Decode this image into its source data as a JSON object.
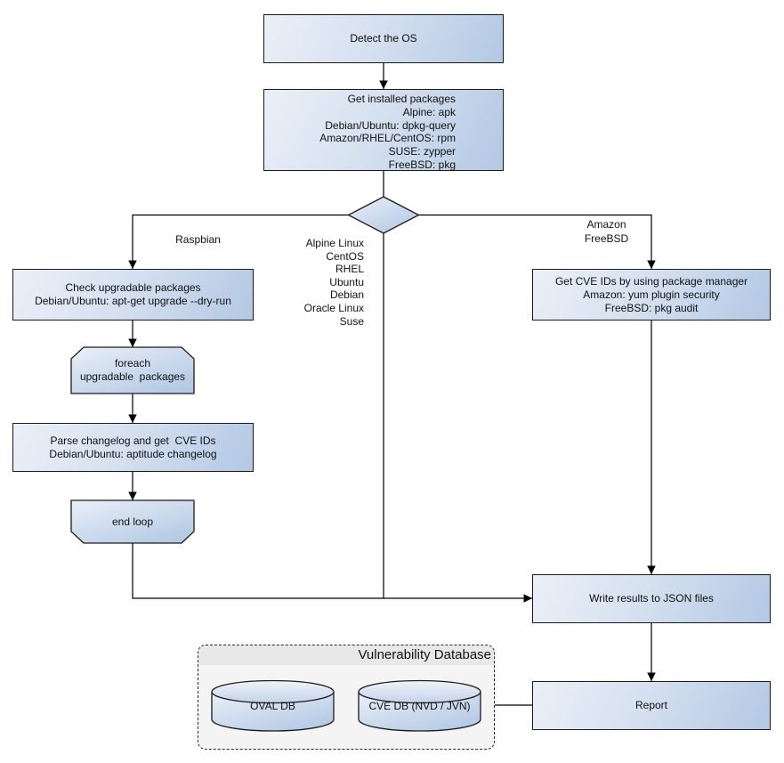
{
  "colors": {
    "node_fill_light": "#eaf0f8",
    "node_fill_dark": "#b3c8e4",
    "node_border": "#1b1b1b",
    "connector": "#000000",
    "container_fill": "#f4f4f4",
    "container_header_fill": "#e8e8e8",
    "text": "#111111",
    "background": "#ffffff"
  },
  "nodes": {
    "detect_os": {
      "label": "Detect the OS"
    },
    "get_installed_packages": {
      "label": "Get installed packages\nAlpine: apk\nDebian/Ubuntu: dpkg-query\nAmazon/RHEL/CentOS: rpm\nSUSE: zypper\nFreeBSD: pkg"
    },
    "check_upgradable": {
      "label": "Check upgradable packages\nDebian/Ubuntu: apt-get upgrade --dry-run"
    },
    "foreach_loop": {
      "label": "foreach\nupgradable  packages"
    },
    "parse_changelog": {
      "label": "Parse changelog and get  CVE IDs\nDebian/Ubuntu: aptitude changelog"
    },
    "end_loop": {
      "label": "end loop"
    },
    "get_cve_ids": {
      "label": "Get CVE IDs by using package manager\nAmazon: yum plugin security\nFreeBSD: pkg audit"
    },
    "write_results": {
      "label": "Write results to JSON files"
    },
    "report": {
      "label": "Report"
    }
  },
  "edge_labels": {
    "raspbian": "Raspbian",
    "amazon_freebsd": "Amazon\nFreeBSD",
    "os_list": "Alpine Linux\nCentOS\nRHEL\nUbuntu\nDebian\nOracle Linux\nSuse"
  },
  "database": {
    "title": "Vulnerability Database",
    "cylinders": [
      "OVAL DB",
      "CVE DB (NVD / JVN)"
    ]
  }
}
